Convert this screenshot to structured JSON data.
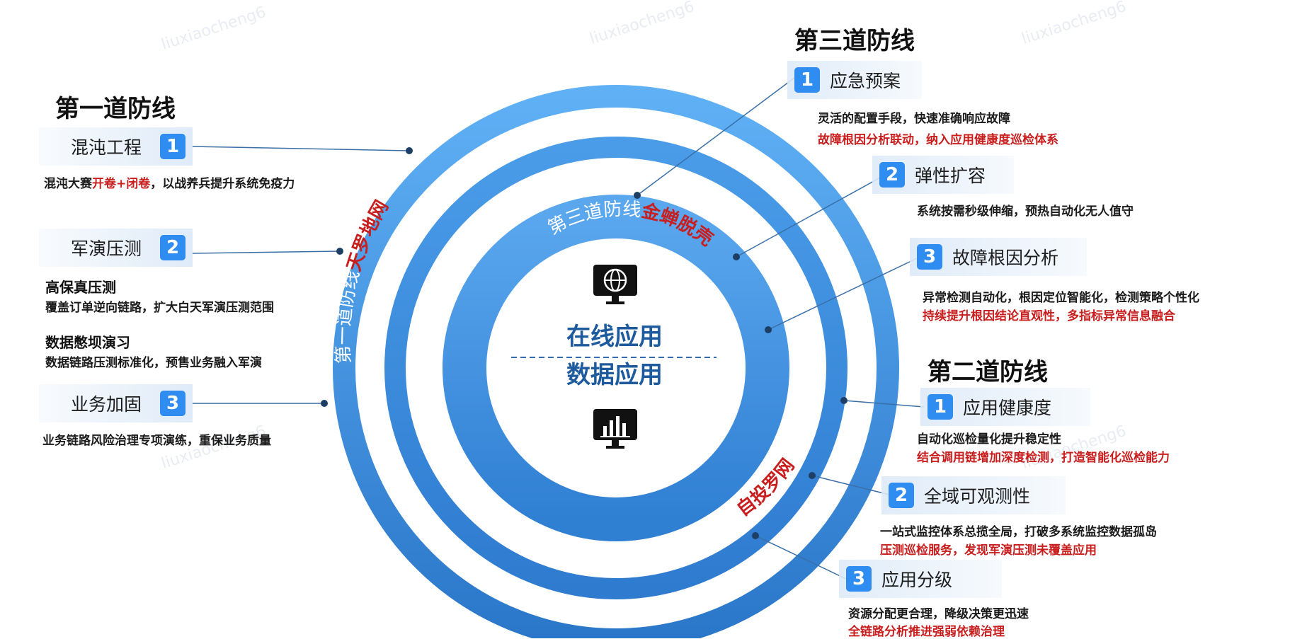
{
  "watermark": "liuxiaocheng6",
  "center": {
    "line1": "在线应用",
    "line2": "数据应用"
  },
  "ring_labels": {
    "first": {
      "plain": "第一道防线",
      "highlight": "天罗地网"
    },
    "second": {
      "plain": "第二道防线",
      "highlight": "自投罗网"
    },
    "third": {
      "plain": "第三道防线",
      "highlight": "金蝉脱壳"
    }
  },
  "first_line": {
    "title": "第一道防线",
    "items": [
      {
        "num": "1",
        "label": "混沌工程"
      },
      {
        "num": "2",
        "label": "军演压测"
      },
      {
        "num": "3",
        "label": "业务加固"
      }
    ],
    "chaos_desc": {
      "pre": "混沌大赛",
      "highlight": "开卷+闭卷",
      "post": "，以战养兵提升系统免疫力"
    },
    "gaobao_title": "高保真压测",
    "gaobao_desc": "覆盖订单逆向链路，扩大白天军演压测范围",
    "dam_title": "数据憋坝演习",
    "dam_desc": "数据链路压测标准化，预售业务融入军演",
    "reinforce_desc": "业务链路风险治理专项演练，重保业务质量"
  },
  "third_line": {
    "title": "第三道防线",
    "items": [
      {
        "num": "1",
        "label": "应急预案",
        "desc": "灵活的配置手段，快速准确响应故障",
        "desc_red": "故障根因分析联动，纳入应用健康度巡检体系"
      },
      {
        "num": "2",
        "label": "弹性扩容",
        "desc": "系统按需秒级伸缩，预热自动化无人值守",
        "desc_red": ""
      },
      {
        "num": "3",
        "label": "故障根因分析",
        "desc": "异常检测自动化，根因定位智能化，检测策略个性化",
        "desc_red": "持续提升根因结论直观性，多指标异常信息融合"
      }
    ]
  },
  "second_line": {
    "title": "第二道防线",
    "items": [
      {
        "num": "1",
        "label": "应用健康度",
        "desc": "自动化巡检量化提升稳定性",
        "desc_red": "结合调用链增加深度检测，打造智能化巡检能力"
      },
      {
        "num": "2",
        "label": "全域可观测性",
        "desc": "一站式监控体系总揽全局，打破多系统监控数据孤岛",
        "desc_red": "压测巡检服务，发现军演压测未覆盖应用"
      },
      {
        "num": "3",
        "label": "应用分级",
        "desc": "资源分配更合理，降级决策更迅速",
        "desc_red": "全链路分析推进强弱依赖治理"
      }
    ]
  },
  "colors": {
    "ring_light": "#5aa7ee",
    "ring_dark": "#2f7fd3",
    "accent": "#2f8cf0",
    "highlight": "#c81e1e",
    "connector": "#3a6fa8"
  },
  "icons": {
    "top": "globe-monitor-icon",
    "bottom": "chart-monitor-icon"
  }
}
